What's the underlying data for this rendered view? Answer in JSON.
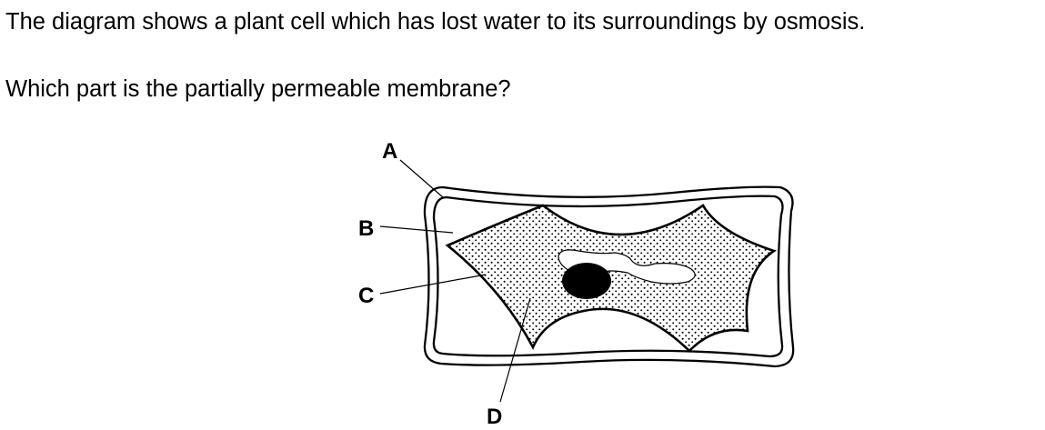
{
  "question": {
    "intro": "The diagram shows a plant cell which has lost water to its surroundings by osmosis.",
    "prompt": "Which part is the partially permeable membrane?"
  },
  "diagram": {
    "labels": [
      "A",
      "B",
      "C",
      "D"
    ]
  }
}
